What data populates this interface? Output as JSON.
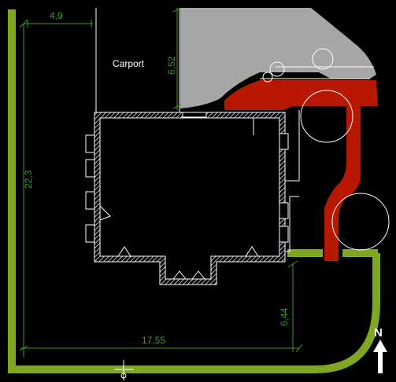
{
  "labels": {
    "carport": "Carport",
    "north": "N"
  },
  "dimensions": {
    "top_width": "4,9",
    "carport_depth": "6,52",
    "left_length": "22,3",
    "bottom_width": "17,55",
    "right_depth": "6,44"
  },
  "colors": {
    "background": "#000000",
    "boundary": "#7fa820",
    "driveway": "#b81800",
    "paved_area": "#a6a6a6",
    "dimension_lines": "#3f9a2c",
    "walls": "#ffffff"
  }
}
